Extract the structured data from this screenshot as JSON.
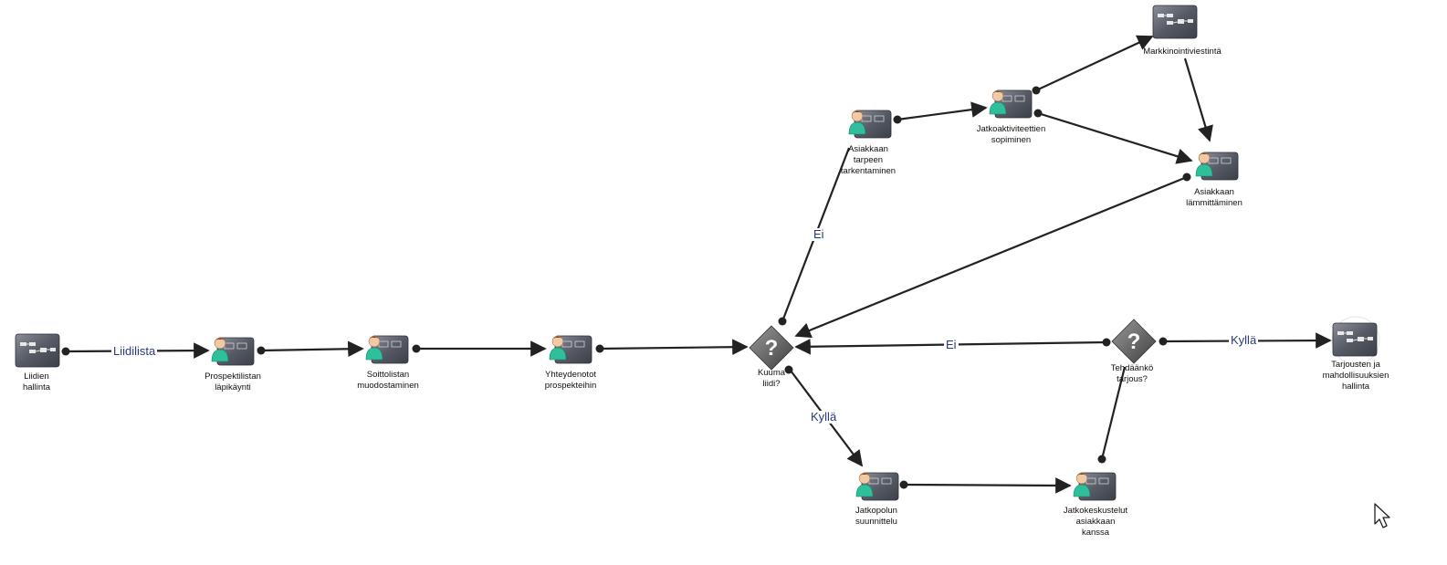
{
  "nodes": {
    "liidien_hallinta": "Liidien\nhallinta",
    "prospektilistan": "Prospektilistan\nläpikäynti",
    "soittolistan": "Soittolistan\nmuodostaminen",
    "yhteydenotot": "Yhteydenotot\nprospekteihin",
    "kuuma_liidi": "Kuuma\nliidi?",
    "asiakkaan_tarpeen": "Asiakkaan\ntarpeen\ntarkentaminen",
    "jatkoaktiviteettien": "Jatkoaktiviteettien\nsopiminen",
    "markkinointiviestinta": "Markkinointiviestintä",
    "asiakkaan_lammittaminen": "Asiakkaan\nlämmittäminen",
    "tehdaanko_tarjous": "Tehdäänkö\ntarjous?",
    "tarjousten_hallinta": "Tarjousten ja\nmahdollisuuksien\nhallinta",
    "jatkopolun": "Jatkopolun\nsuunnittelu",
    "jatkokeskustelut": "Jatkokeskustelut\nasiakkaan\nkanssa"
  },
  "edge_labels": {
    "liidilista": "Liidilista",
    "ei_up": "Ei",
    "kylla_down": "Kyllä",
    "ei_left": "Ei",
    "kylla_right": "Kyllä"
  },
  "icons": {
    "process": "process-diagram-icon",
    "person_task": "person-task-icon",
    "decision": "question-diamond-icon",
    "cursor": "mouse-pointer-icon"
  },
  "colors": {
    "edge": "#222222",
    "edge_label": "#2a3a7a",
    "person_shirt": "#2fbf9a",
    "card": "#5a5e68",
    "diamond": "#6a6a6a"
  }
}
